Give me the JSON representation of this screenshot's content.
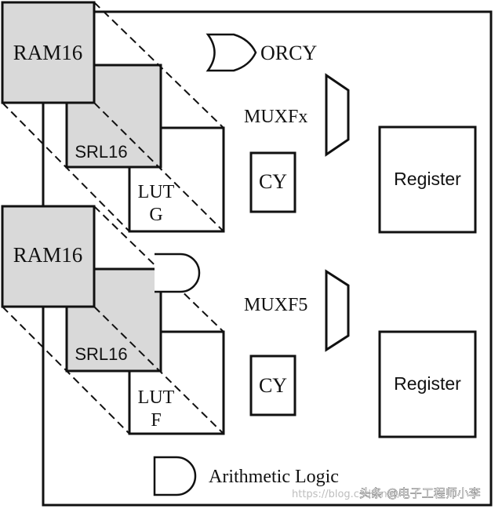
{
  "labels": {
    "ram_top": "RAM16",
    "srl_top": "SRL16",
    "lut_g_line1": "LUT",
    "lut_g_line2": "G",
    "ram_bottom": "RAM16",
    "srl_bottom": "SRL16",
    "lut_f_line1": "LUT",
    "lut_f_line2": "F",
    "orcy": "ORCY",
    "muxfx": "MUXFx",
    "muxf5": "MUXF5",
    "cy_top": "CY",
    "cy_bottom": "CY",
    "register_top": "Register",
    "register_bottom": "Register",
    "arithmetic_logic": "Arithmetic Logic"
  },
  "watermark": {
    "url": "https://blog.csdn.net/",
    "account": "头条 @电子工程师小李"
  },
  "colors": {
    "line": "#111111",
    "memory_fill": "#d9d9d9",
    "background": "#ffffff"
  }
}
